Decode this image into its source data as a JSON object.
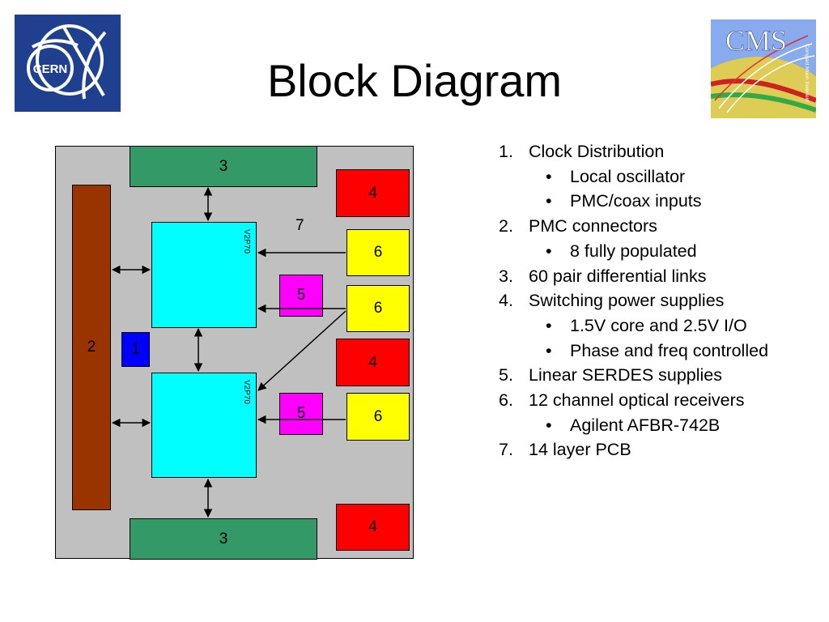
{
  "title": "Block Diagram",
  "logos": {
    "cern": "CERN",
    "cms": "CMS",
    "cms_sub": "Compact Muon Solenoid"
  },
  "diagram": {
    "blocks": {
      "clock": "1",
      "pmc": "2",
      "links_top": "3",
      "links_bottom": "3",
      "psu_a": "4",
      "psu_b": "4",
      "psu_c": "4",
      "serdes_a": "5",
      "serdes_b": "5",
      "optical_a": "6",
      "optical_b": "6",
      "optical_c": "6",
      "pcb": "7",
      "fpga_top": "V2P70",
      "fpga_bottom": "V2P70"
    }
  },
  "legend": [
    {
      "num": "1.",
      "text": "Clock Distribution",
      "subs": [
        "Local oscillator",
        "PMC/coax inputs"
      ]
    },
    {
      "num": "2.",
      "text": "PMC connectors",
      "subs": [
        "8 fully populated"
      ]
    },
    {
      "num": "3.",
      "text": "60 pair differential links",
      "subs": []
    },
    {
      "num": "4.",
      "text": "Switching power supplies",
      "subs": [
        "1.5V core and 2.5V I/O",
        "Phase and freq controlled"
      ]
    },
    {
      "num": "5.",
      "text": "Linear SERDES supplies",
      "subs": []
    },
    {
      "num": "6.",
      "text": "12 channel optical receivers",
      "subs": [
        "Agilent AFBR-742B"
      ]
    },
    {
      "num": "7.",
      "text": "14 layer PCB",
      "subs": []
    }
  ],
  "bullet": "•"
}
